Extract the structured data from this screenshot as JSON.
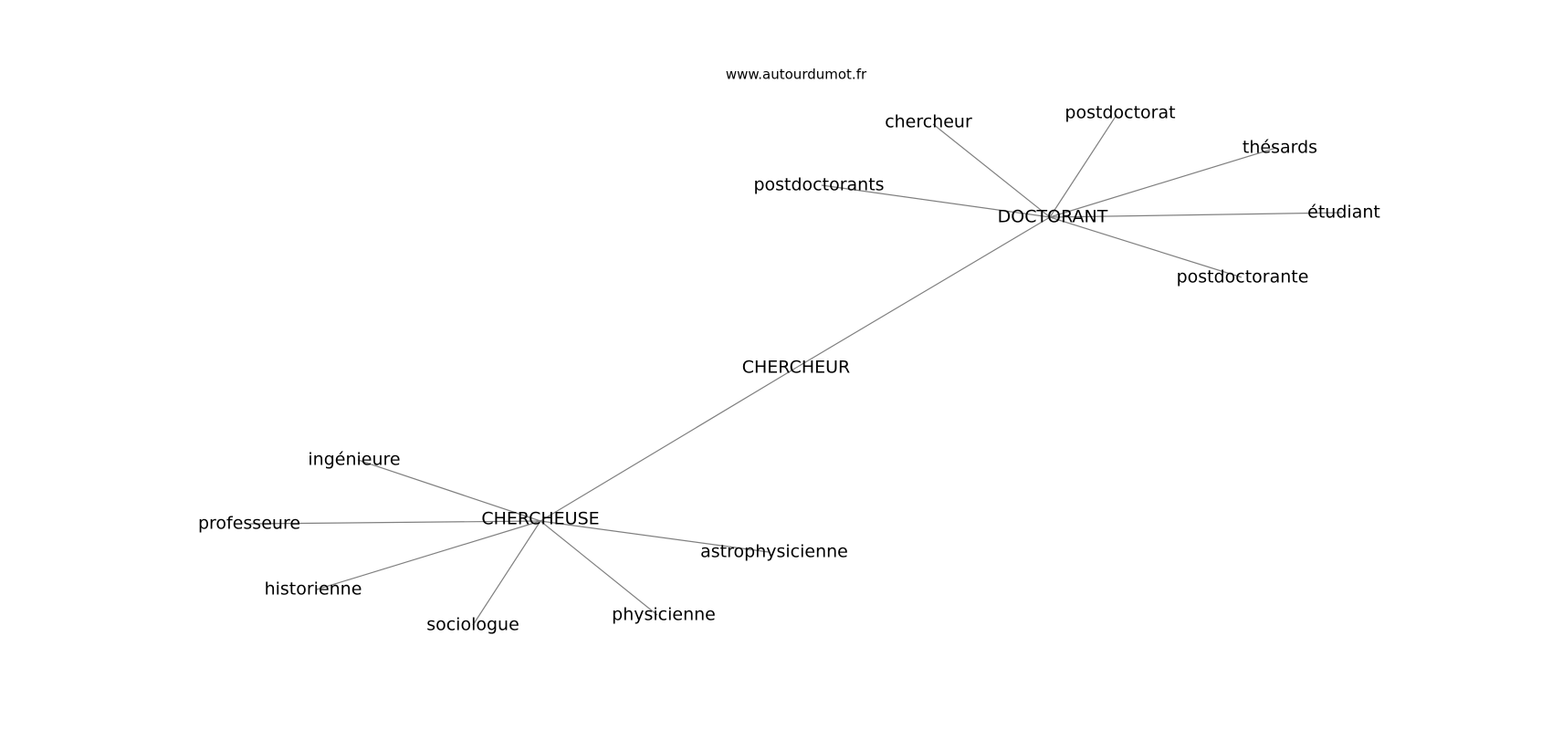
{
  "watermark": "www.autourdumot.fr",
  "colors": {
    "edge": "#808080",
    "text": "#000000",
    "background": "#ffffff"
  },
  "graph": {
    "center": "CHERCHEUR",
    "hubs": [
      {
        "label": "DOCTORANT",
        "neighbors": [
          "chercheur",
          "postdoctorat",
          "thésards",
          "postdoctorants",
          "étudiant",
          "postdoctorante"
        ]
      },
      {
        "label": "CHERCHEUSE",
        "neighbors": [
          "ingénieure",
          "professeure",
          "astrophysicienne",
          "historienne",
          "sociologue",
          "physicienne"
        ]
      }
    ]
  }
}
